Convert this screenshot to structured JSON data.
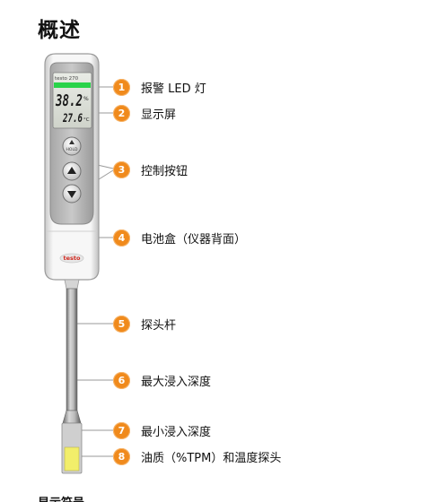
{
  "page": {
    "title": "概述",
    "bottom_cut_text": "显示符号"
  },
  "device": {
    "model_label": "testo 270",
    "reading_main": "38.2",
    "reading_main_unit": "%",
    "reading_temp": "27.6",
    "reading_temp_unit": "°C",
    "hold_label": "HOLD",
    "brand_label": "testo"
  },
  "callouts": [
    {
      "num": "1",
      "label": "报警 LED 灯"
    },
    {
      "num": "2",
      "label": "显示屏"
    },
    {
      "num": "3",
      "label": "控制按钮"
    },
    {
      "num": "4",
      "label": "电池盒（仪器背面）"
    },
    {
      "num": "5",
      "label": "探头杆"
    },
    {
      "num": "6",
      "label": "最大浸入深度"
    },
    {
      "num": "7",
      "label": "最小浸入深度"
    },
    {
      "num": "8",
      "label": "油质（%TPM）和温度探头"
    }
  ],
  "colors": {
    "badge": "#f08a1c",
    "led_green": "#29d34a",
    "sensor_yellow": "#f2ee6a"
  }
}
